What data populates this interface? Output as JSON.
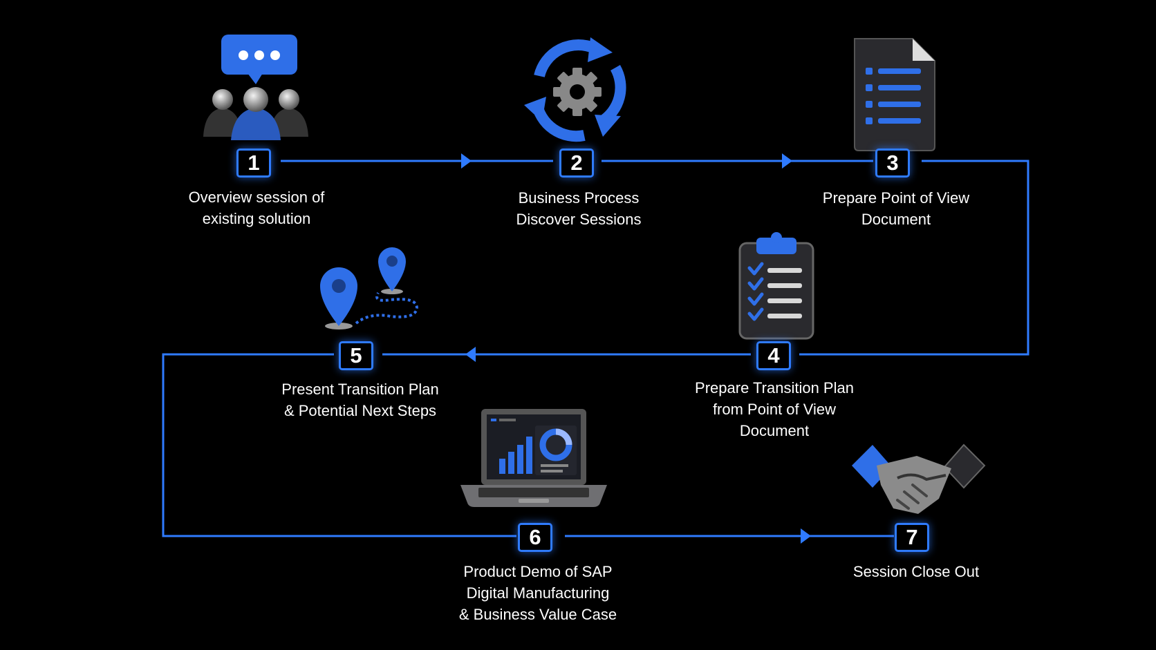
{
  "colors": {
    "background": "#000000",
    "accent": "#2f7bff",
    "text": "#ffffff"
  },
  "steps": [
    {
      "number": "1",
      "label": "Overview session of\nexisting solution",
      "icon": "meeting-chat-icon"
    },
    {
      "number": "2",
      "label": "Business Process\nDiscover Sessions",
      "icon": "gear-cycle-icon"
    },
    {
      "number": "3",
      "label": "Prepare Point of View\nDocument",
      "icon": "document-icon"
    },
    {
      "number": "4",
      "label": "Prepare Transition Plan\nfrom Point of View\nDocument",
      "icon": "clipboard-checklist-icon"
    },
    {
      "number": "5",
      "label": "Present Transition Plan\n& Potential Next Steps",
      "icon": "map-route-icon"
    },
    {
      "number": "6",
      "label": "Product Demo of SAP\nDigital Manufacturing\n& Business Value Case",
      "icon": "laptop-dashboard-icon"
    },
    {
      "number": "7",
      "label": "Session Close Out",
      "icon": "handshake-icon"
    }
  ]
}
